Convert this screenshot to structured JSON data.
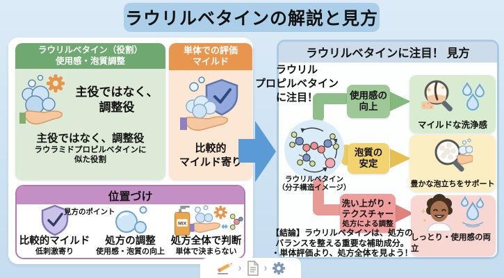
{
  "title": "ラウリルベタインの解説と見方",
  "left": {
    "role_panel": {
      "header_lines": [
        "ラウリルベタイン（役割）",
        "使用感・泡質調整"
      ],
      "main_lines": [
        "主役ではなく、",
        "調整役"
      ],
      "sub_bold": "主役ではなく、調整役",
      "sub_lines": [
        "ラウラミドプロピルベタインに",
        "似た役割"
      ]
    },
    "solo_panel": {
      "header_lines": [
        "単体での評価",
        "マイルド"
      ],
      "body_lines": [
        "比較的",
        "マイルド寄り"
      ]
    },
    "position_panel": {
      "header": "位置づけ",
      "note": "見方のポイント",
      "mix_label": "MIX",
      "items": [
        {
          "title": "比較的マイルド",
          "sub": "低刺激寄り"
        },
        {
          "title": "処方の調整",
          "sub": "使用感・泡質の向上"
        },
        {
          "title": "処方全体で判断",
          "sub": "単体で決まらない"
        }
      ]
    }
  },
  "right": {
    "header": "ラウリルベタインに注目！ 見方",
    "focus_lines": [
      "ラウリル",
      "プロピルベタイン",
      "に注目！"
    ],
    "molecule_caption_lines": [
      "ラウリルベタイン",
      "（分子構造イメージ）"
    ],
    "rows": [
      {
        "label_lines": [
          "使用感の",
          "向上"
        ],
        "caption": "マイルドな洗浄感"
      },
      {
        "label_lines": [
          "泡質の",
          "安定"
        ],
        "caption": "豊かな泡立ちをサポート"
      },
      {
        "label_lines": [
          "洗い上がり・",
          "テクスチャー",
          "処方による調整"
        ],
        "caption": "しっとり・使用感の両立"
      }
    ],
    "conclusion_lines": [
      "【結論】ラウリルベタインは、処方の",
      "バランスを整える重要な補助成分。",
      "・単体評価より、処方全体を見よう！"
    ]
  },
  "footer": {
    "chevron": "›"
  },
  "colors": {
    "background": "#cfe3f2",
    "title_bg": "#abcfe8",
    "green_header": "#6fa870",
    "green_body": "#dcead7",
    "orange_header": "#e8954e",
    "orange_body": "#fbe7d3",
    "purple_header": "#c48fc4",
    "purple_border": "#b07ab0",
    "big_arrow": "#5b9bd5",
    "row1_label": "#9ec897",
    "row1_box": "#d9ecd2",
    "row2_label": "#f2d36f",
    "row2_box": "#faeec2",
    "row3_label": "#ee9c9c",
    "row3_box": "#f8d7d3"
  }
}
